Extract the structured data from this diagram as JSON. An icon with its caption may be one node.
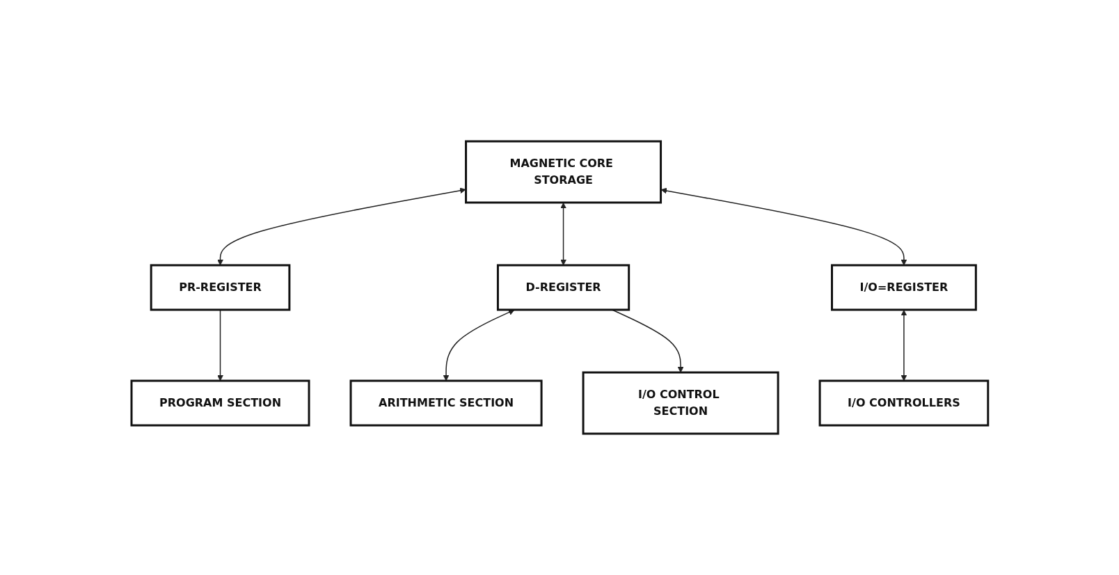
{
  "diagram": {
    "nodes": [
      {
        "text": [
          "MAGNETIC CORE STORAGE"
        ]
      },
      {
        "text": [
          "PR-REGISTER"
        ]
      },
      {
        "text": [
          "D-REGISTER"
        ]
      },
      {
        "text": [
          "I/O=REGISTER"
        ]
      },
      {
        "text": [
          "PROGRAM SECTION"
        ]
      },
      {
        "text": [
          "ARITHMETIC SECTION"
        ]
      },
      {
        "text": [
          "I/O CONTROL SECTION"
        ]
      },
      {
        "text": [
          "I/O CONTROLLERS"
        ]
      }
    ],
    "edges": [
      {
        "from": 0,
        "to": 1,
        "arrow": "both"
      },
      {
        "from": 0,
        "to": 2,
        "arrow": "both"
      },
      {
        "from": 0,
        "to": 3,
        "arrow": "both"
      },
      {
        "from": 1,
        "to": 4,
        "arrow": "to"
      },
      {
        "from": 2,
        "to": 5,
        "arrow": "both"
      },
      {
        "from": 2,
        "to": 6,
        "arrow": "to"
      },
      {
        "from": 3,
        "to": 7,
        "arrow": "both"
      }
    ]
  }
}
